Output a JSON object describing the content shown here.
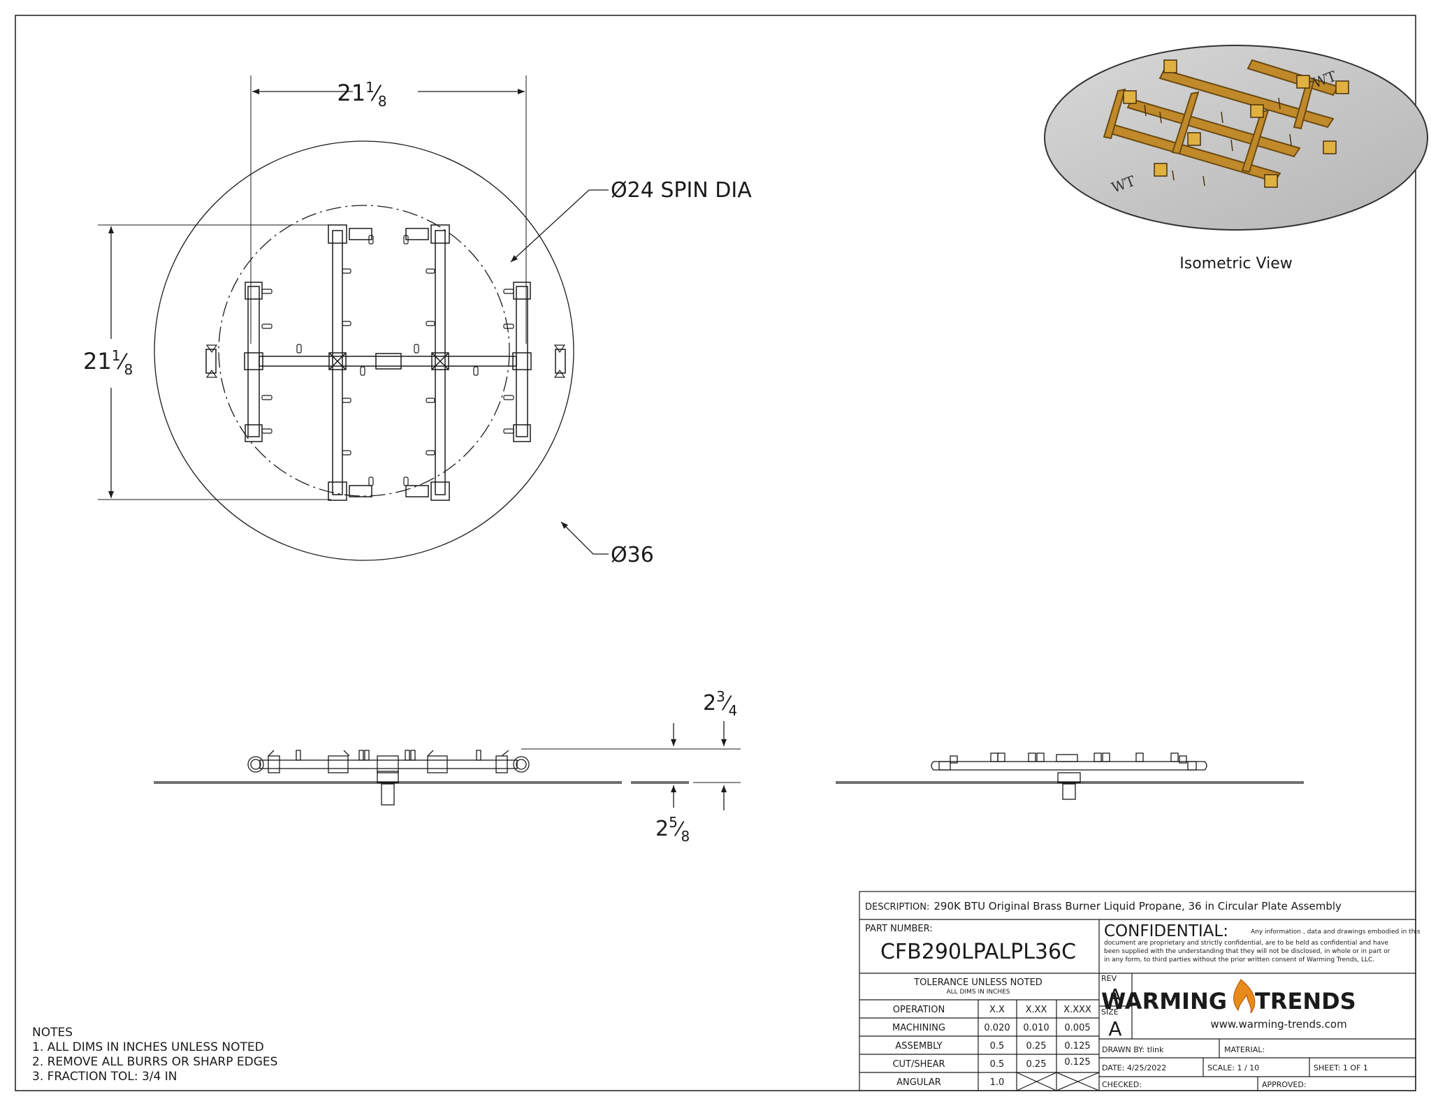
{
  "top_view": {
    "dim_width": {
      "whole": "21",
      "num": "1",
      "den": "8"
    },
    "dim_height": {
      "whole": "21",
      "num": "1",
      "den": "8"
    },
    "spin_dia_label": "Ø24 SPIN DIA",
    "plate_dia_label": "Ø36"
  },
  "iso": {
    "caption": "Isometric View"
  },
  "side_view": {
    "dim_top": {
      "whole": "2",
      "num": "3",
      "den": "4"
    },
    "dim_bottom": {
      "whole": "2",
      "num": "5",
      "den": "8"
    }
  },
  "notes": {
    "title": "NOTES",
    "items": [
      "1. ALL DIMS IN INCHES UNLESS NOTED",
      "2. REMOVE ALL BURRS OR SHARP EDGES",
      "3. FRACTION TOL: 3/4 IN"
    ]
  },
  "title_block": {
    "description_label": "DESCRIPTION:",
    "description": "290K BTU Original Brass Burner Liquid Propane, 36 in Circular Plate Assembly",
    "part_number_label": "PART NUMBER:",
    "part_number": "CFB290LPALPL36C",
    "confidential_title": "CONFIDENTIAL:",
    "confidential_lines": [
      "Any information , data and drawings embodied in this",
      "document are proprietary and strictly confidential, are to be held as confidential and have",
      "been supplied with the understanding that they will not be disclosed, in whole or in part or",
      "in any form, to third parties without the prior written consent of Warming Trends, LLC."
    ],
    "tolerance_title": "TOLERANCE UNLESS NOTED",
    "tolerance_sub": "ALL DIMS IN INCHES",
    "tol_headers": [
      "OPERATION",
      "X.X",
      "X.XX",
      "X.XXX"
    ],
    "tol_rows": [
      [
        "MACHINING",
        "0.020",
        "0.010",
        "0.005"
      ],
      [
        "ASSEMBLY",
        "0.5",
        "0.25",
        "0.125"
      ],
      [
        "CUT/SHEAR",
        "0.5",
        "0.25",
        "0.125"
      ],
      [
        "ANGULAR",
        "1.0",
        "",
        ""
      ]
    ],
    "rev_label": "REV",
    "rev": "A",
    "size_label": "SIZE",
    "size": "A",
    "logo_left": "WARMING",
    "logo_right": "TRENDS",
    "website": "www.warming-trends.com",
    "drawn_by": "DRAWN BY: tlink",
    "material": "MATERIAL:",
    "date": "DATE:   4/25/2022",
    "scale": "SCALE:  1 / 10",
    "sheet": "SHEET:  1   OF   1",
    "checked": "CHECKED:",
    "approved": "APPROVED:"
  },
  "colors": {
    "brass": "#c08a2a",
    "brass_dark": "#6b4a12",
    "plate": "#c9c9c9",
    "line": "#1a1a1a"
  }
}
